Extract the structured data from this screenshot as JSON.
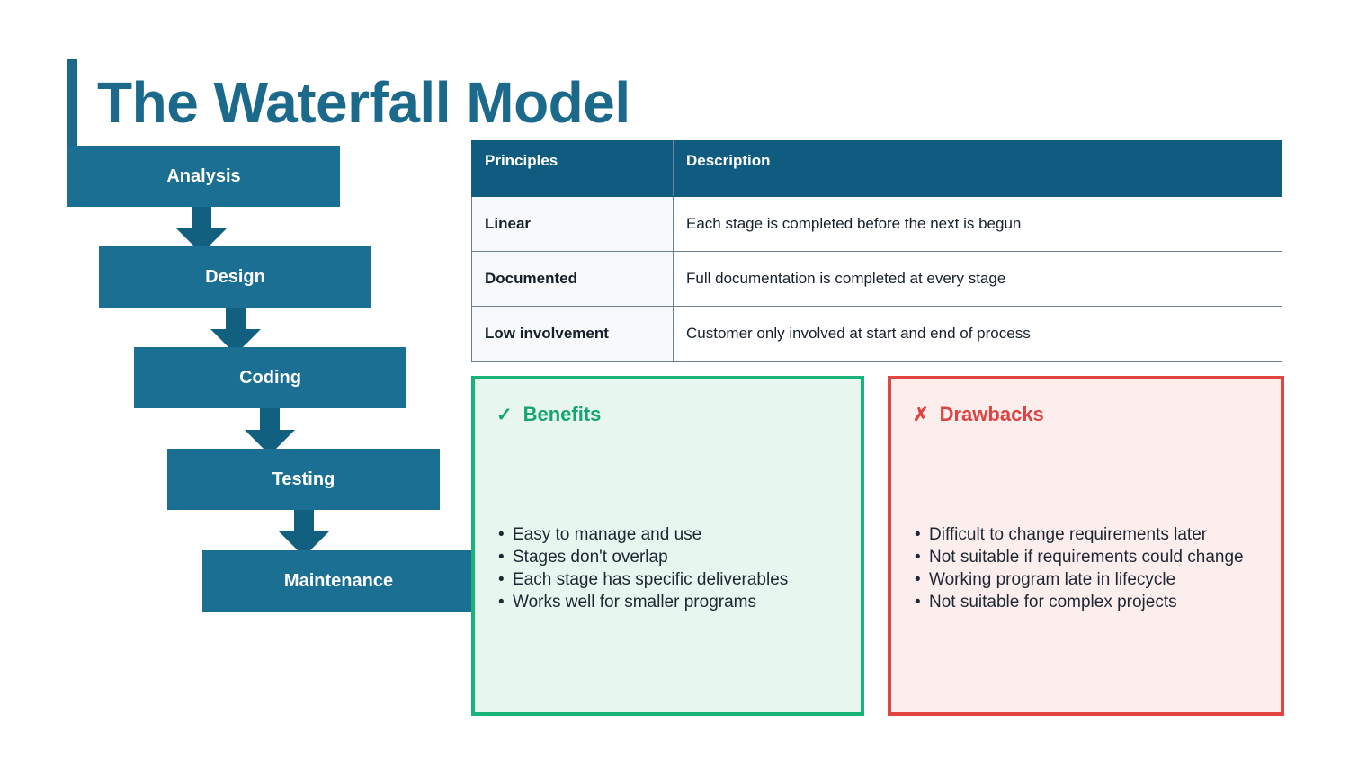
{
  "slide": {
    "title": "The Waterfall Model",
    "accent_color": "#1b6a8c",
    "stage_box_color": "#1b6f92",
    "arrow_color": "#12607f",
    "table_header_color": "#0f5c80"
  },
  "waterfall": {
    "stages": [
      {
        "label": "Analysis"
      },
      {
        "label": "Design"
      },
      {
        "label": "Coding"
      },
      {
        "label": "Testing"
      },
      {
        "label": "Maintenance"
      }
    ],
    "arrow_icon": "arrow-down-icon"
  },
  "table": {
    "headers": {
      "principles": "Principles",
      "description": "Description"
    },
    "rows": [
      {
        "principle": "Linear",
        "description": "Each stage is completed before the next is begun"
      },
      {
        "principle": "Documented",
        "description": "Full documentation is completed at every stage"
      },
      {
        "principle": "Low involvement",
        "description": "Customer only involved at start and end of process"
      }
    ]
  },
  "benefits": {
    "mark": "✓",
    "heading": "Benefits",
    "border_color": "#18b378",
    "background_color": "#e7f7ef",
    "items": [
      "Easy to manage and use",
      "Stages don't overlap",
      "Each stage has specific deliverables",
      "Works well for smaller programs"
    ]
  },
  "drawbacks": {
    "mark": "✗",
    "heading": "Drawbacks",
    "border_color": "#e2443f",
    "background_color": "#fdeeee",
    "items": [
      "Difficult to change requirements later",
      "Not suitable if requirements could change",
      "Working program late in lifecycle",
      "Not suitable for complex projects"
    ]
  }
}
